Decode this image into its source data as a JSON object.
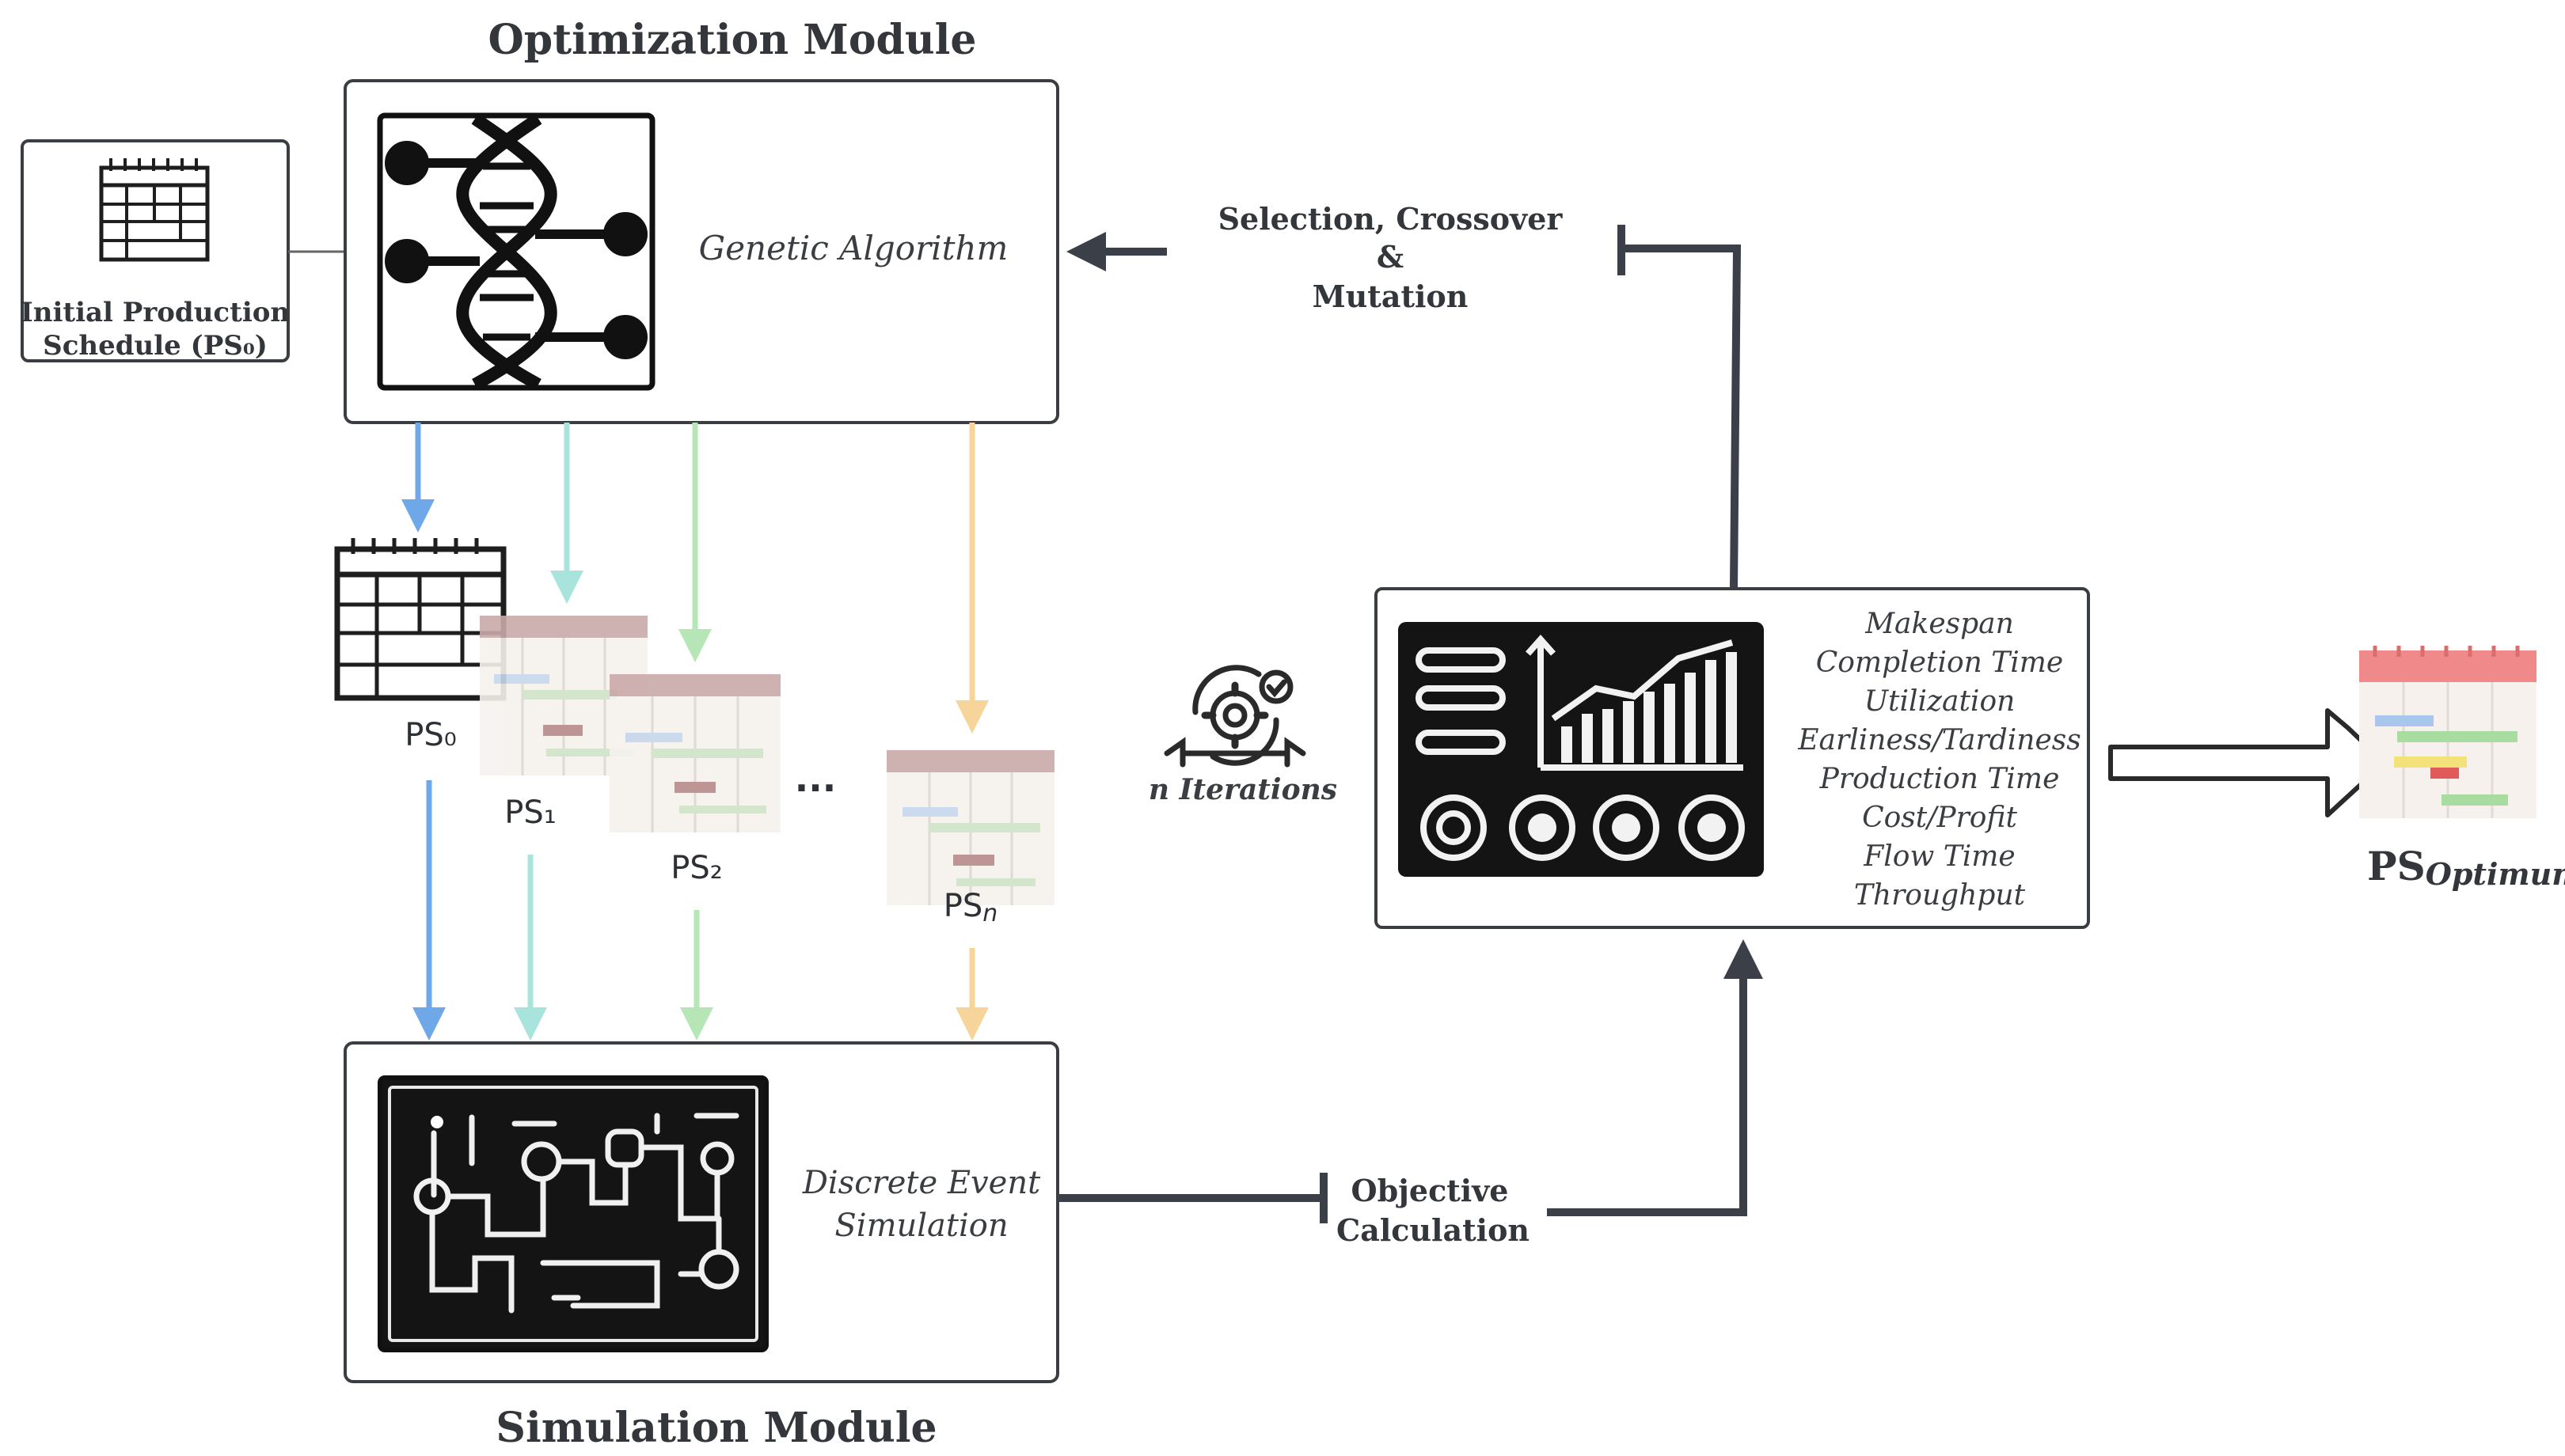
{
  "titles": {
    "optimization_module": "Optimization Module",
    "simulation_module": "Simulation Module"
  },
  "initial_schedule": {
    "line1": "Initial Production",
    "line2": "Schedule (PS₀)"
  },
  "genetic_algorithm": "Genetic Algorithm",
  "feedback": {
    "line1": "Selection, Crossover",
    "line2": "&",
    "line3": "Mutation"
  },
  "schedules": {
    "ps0": "PS₀",
    "ps1": "PS₁",
    "ps2": "PS₂",
    "ellipsis": "...",
    "psn_base": "PS",
    "psn_sub": "n"
  },
  "iterations": "n Iterations",
  "simulation": {
    "line1": "Discrete Event",
    "line2": "Simulation"
  },
  "objective": {
    "line1": "Objective",
    "line2": "Calculation"
  },
  "metrics": [
    "Makespan",
    "Completion Time",
    "Utilization",
    "Earliness/Tardiness",
    "Production Time",
    "Cost/Profit",
    "Flow Time",
    "Throughput"
  ],
  "optimum": {
    "base": "PS",
    "sub": "Optimum"
  },
  "colors": {
    "box_border": "#3a3d42",
    "arrow_dark": "#3a3f48",
    "ps0_arrow": "#6fa8e8",
    "ps1_arrow": "#a9e4dc",
    "ps2_arrow": "#b6e6b6",
    "psn_arrow": "#f7d49a",
    "calendar_header": "#c9a9a9",
    "optimum_header": "#f08a8a"
  }
}
